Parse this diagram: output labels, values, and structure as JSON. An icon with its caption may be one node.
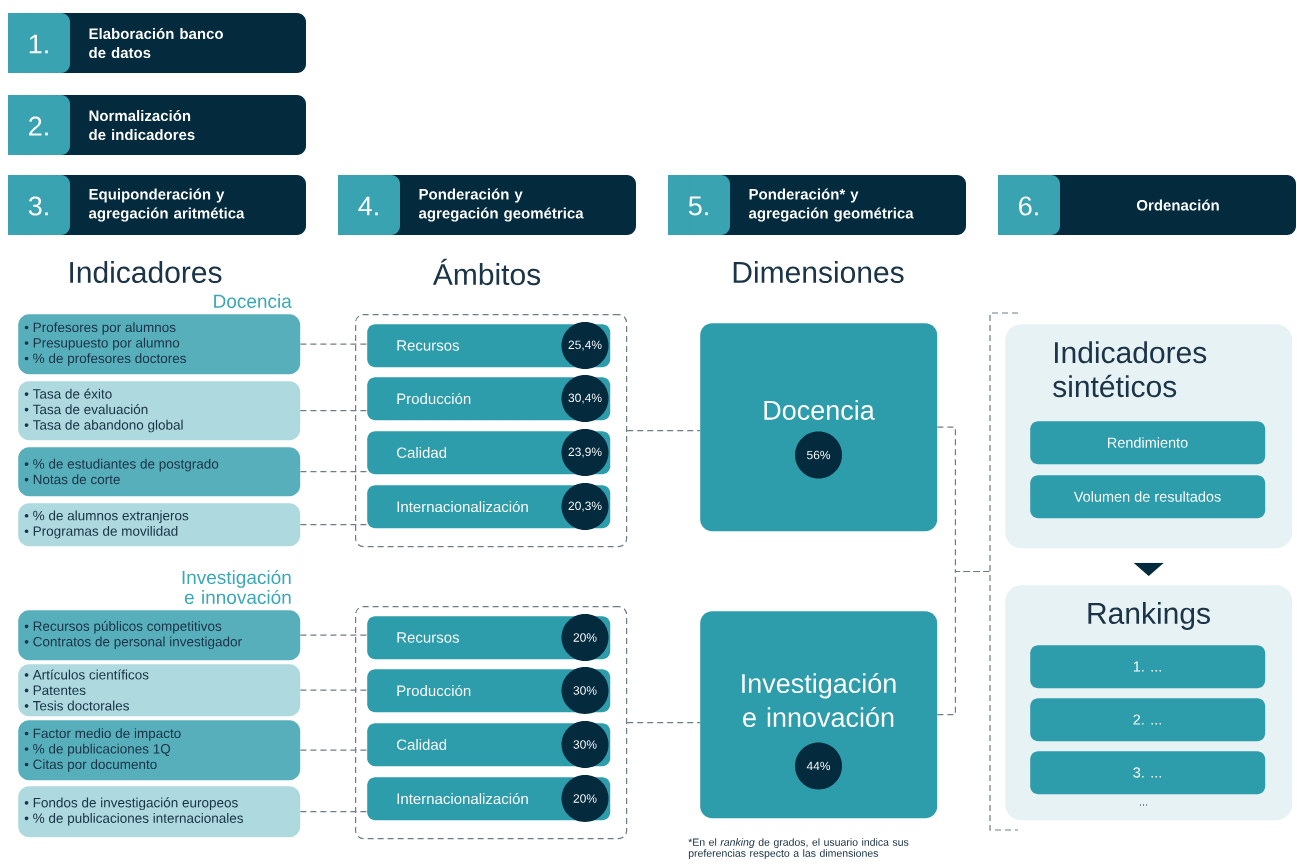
{
  "diagram": {
    "nodes": [
      {
        "text": [
          "1.",
          "Elaboración banco de datos"
        ]
      },
      {
        "text": [
          "2.",
          "Normalización de indicadores"
        ]
      },
      {
        "text": [
          "3.",
          "Equiponderación y agregación aritmética"
        ]
      },
      {
        "text": [
          "4.",
          "Ponderación y agregación geométrica"
        ]
      },
      {
        "text": [
          "5.",
          "Ponderación* y agregación geométrica"
        ]
      },
      {
        "text": [
          "6.",
          "Ordenación"
        ]
      },
      {
        "text": [
          "• Profesores por alumnos",
          "• Presupuesto por alumno",
          "• % de profesores doctores"
        ]
      },
      {
        "text": [
          "• Tasa de éxito",
          "• Tasa de evaluación",
          "• Tasa de abandono global"
        ]
      },
      {
        "text": [
          "• % de estudiantes de postgrado",
          "• Notas de corte"
        ]
      },
      {
        "text": [
          "• % de alumnos extranjeros",
          "• Programas de movilidad"
        ]
      },
      {
        "text": [
          "• Recursos públicos competitivos",
          "• Contratos de personal investigador"
        ]
      },
      {
        "text": [
          "• Artículos científicos",
          "• Patentes",
          "• Tesis doctorales"
        ]
      },
      {
        "text": [
          "• Factor medio de impacto",
          "• % de publicaciones 1Q",
          "• Citas por documento"
        ]
      },
      {
        "text": [
          "• Fondos de investigación europeos",
          "• % de publicaciones internacionales"
        ]
      },
      {
        "text": [],
        "shape": "box"
      },
      {
        "text": [],
        "shape": "box"
      },
      {
        "text": [
          "Recursos",
          "25,4%"
        ],
        "in": 14
      },
      {
        "text": [
          "Producción",
          "30,4%"
        ],
        "in": 14
      },
      {
        "text": [
          "Calidad",
          "23,9%"
        ],
        "in": 14
      },
      {
        "text": [
          "Internacionalización",
          "20,3%"
        ],
        "in": 14
      },
      {
        "text": [
          "Recursos",
          "20%"
        ],
        "in": 15
      },
      {
        "text": [
          "Producción",
          "30%"
        ],
        "in": 15
      },
      {
        "text": [
          "Calidad",
          "30%"
        ],
        "in": 15
      },
      {
        "text": [
          "Internacionalización",
          "20%"
        ],
        "in": 15
      },
      {
        "text": [
          "Docencia",
          "56%"
        ]
      },
      {
        "text": [
          "Investigación e innovación",
          "44%"
        ]
      },
      {
        "text": [],
        "shape": "bracket"
      },
      {
        "text": [
          "Indicadores sintéticos"
        ]
      },
      {
        "text": [
          "Rendimiento"
        ],
        "in": 27
      },
      {
        "text": [
          "Volumen de resultados"
        ],
        "in": 27
      },
      {
        "text": [
          "Rankings",
          "..."
        ]
      },
      {
        "text": [
          "1. ..."
        ],
        "in": 30
      },
      {
        "text": [
          "2. ..."
        ],
        "in": 30
      },
      {
        "text": [
          "3. ..."
        ],
        "in": 30
      }
    ],
    "edges": [
      {
        "from": 6,
        "to": 16,
        "arrow": "none",
        "style": "dashed"
      },
      {
        "from": 7,
        "to": 17,
        "arrow": "none",
        "style": "dashed"
      },
      {
        "from": 8,
        "to": 18,
        "arrow": "none",
        "style": "dashed"
      },
      {
        "from": 9,
        "to": 19,
        "arrow": "none",
        "style": "dashed"
      },
      {
        "from": 10,
        "to": 20,
        "arrow": "none",
        "style": "dashed"
      },
      {
        "from": 11,
        "to": 21,
        "arrow": "none",
        "style": "dashed"
      },
      {
        "from": 12,
        "to": 22,
        "arrow": "none",
        "style": "dashed"
      },
      {
        "from": 13,
        "to": 23,
        "arrow": "none",
        "style": "dashed"
      },
      {
        "from": 14,
        "to": 24,
        "arrow": "none",
        "style": "dashed"
      },
      {
        "from": 15,
        "to": 25,
        "arrow": "none",
        "style": "dashed"
      },
      {
        "from": 24,
        "to": 26,
        "arrow": "none",
        "style": "dashed"
      },
      {
        "from": 25,
        "to": 26,
        "arrow": "none",
        "style": "dashed"
      },
      {
        "from": 27,
        "to": 30,
        "arrow": "to"
      }
    ],
    "labels": [
      "Indicadores",
      "Ámbitos",
      "Dimensiones",
      "Docencia",
      "Investigación e innovación",
      "*En el *ranking* de grados, el usuario indica sus preferencias respecto a las dimensiones"
    ]
  }
}
